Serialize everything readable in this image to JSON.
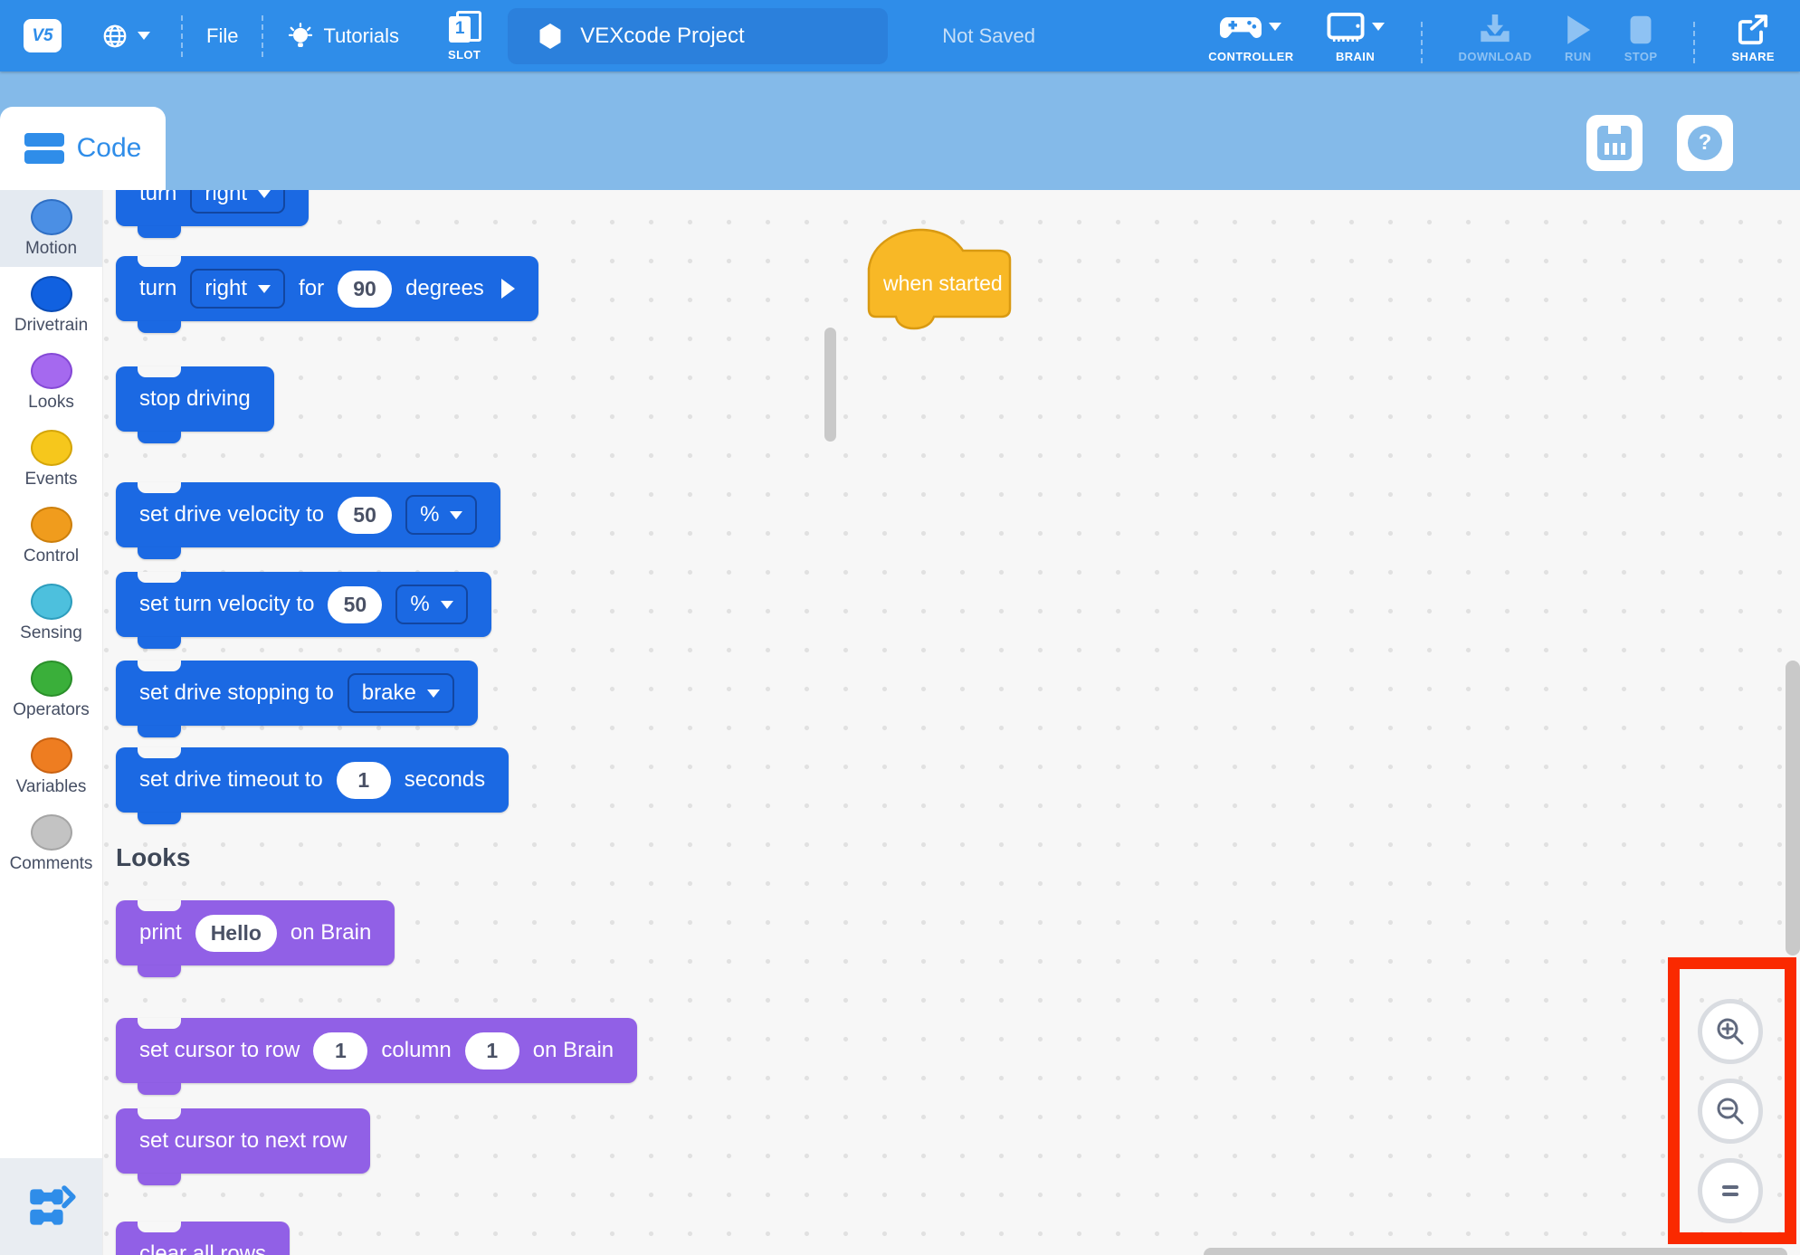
{
  "topbar": {
    "logo_text": "V5",
    "file_label": "File",
    "tutorials_label": "Tutorials",
    "slot_number": "1",
    "slot_label": "SLOT",
    "project_name": "VEXcode Project",
    "save_status": "Not Saved",
    "controller_label": "CONTROLLER",
    "brain_label": "BRAIN",
    "download_label": "DOWNLOAD",
    "run_label": "RUN",
    "stop_label": "STOP",
    "share_label": "SHARE"
  },
  "header": {
    "tab_code_label": "Code",
    "help_glyph": "?"
  },
  "sidebar": {
    "items": [
      {
        "label": "Motion",
        "color": "#4b8fe4",
        "selected": true
      },
      {
        "label": "Drivetrain",
        "color": "#1161e0",
        "selected": false
      },
      {
        "label": "Looks",
        "color": "#a569ef",
        "selected": false
      },
      {
        "label": "Events",
        "color": "#f6c71c",
        "selected": false
      },
      {
        "label": "Control",
        "color": "#f09c1d",
        "selected": false
      },
      {
        "label": "Sensing",
        "color": "#4dc0dd",
        "selected": false
      },
      {
        "label": "Operators",
        "color": "#3aaf3a",
        "selected": false
      },
      {
        "label": "Variables",
        "color": "#ee7d21",
        "selected": false
      },
      {
        "label": "Comments",
        "color": "#c3c3c3",
        "selected": false
      }
    ]
  },
  "palette": {
    "section_heading": "Looks",
    "blocks": {
      "turn": {
        "t1": "turn",
        "dd": "right"
      },
      "turn_for": {
        "t1": "turn",
        "dd": "right",
        "t2": "for",
        "val": "90",
        "t3": "degrees"
      },
      "stop_driving": {
        "t1": "stop driving"
      },
      "set_drive_velocity": {
        "t1": "set drive velocity to",
        "val": "50",
        "dd": "%"
      },
      "set_turn_velocity": {
        "t1": "set turn velocity to",
        "val": "50",
        "dd": "%"
      },
      "set_drive_stopping": {
        "t1": "set drive stopping to",
        "dd": "brake"
      },
      "set_drive_timeout": {
        "t1": "set drive timeout to",
        "val": "1",
        "t2": "seconds"
      },
      "print": {
        "t1": "print",
        "val": "Hello",
        "t2": "on Brain"
      },
      "set_cursor_row": {
        "t1": "set cursor to row",
        "val1": "1",
        "t2": "column",
        "val2": "1",
        "t3": "on Brain"
      },
      "set_cursor_next_row": {
        "t1": "set cursor to next row"
      },
      "clear_all_rows": {
        "t1": "clear all rows"
      }
    }
  },
  "canvas": {
    "when_started_label": "when started"
  },
  "zoom_controls": {
    "buttons": [
      "zoom-in",
      "zoom-out",
      "zoom-reset"
    ],
    "highlight_color": "#fa2900"
  },
  "colors": {
    "topbar_blue": "#2f8de9",
    "header_light_blue": "#84bae9",
    "block_blue": "#1b69e3",
    "block_purple": "#9160e6",
    "event_yellow": "#f8b826",
    "canvas_bg": "#f7f7f7",
    "annotation_red": "#fa2900",
    "disabled_toolbar": "#8ec2f3"
  }
}
